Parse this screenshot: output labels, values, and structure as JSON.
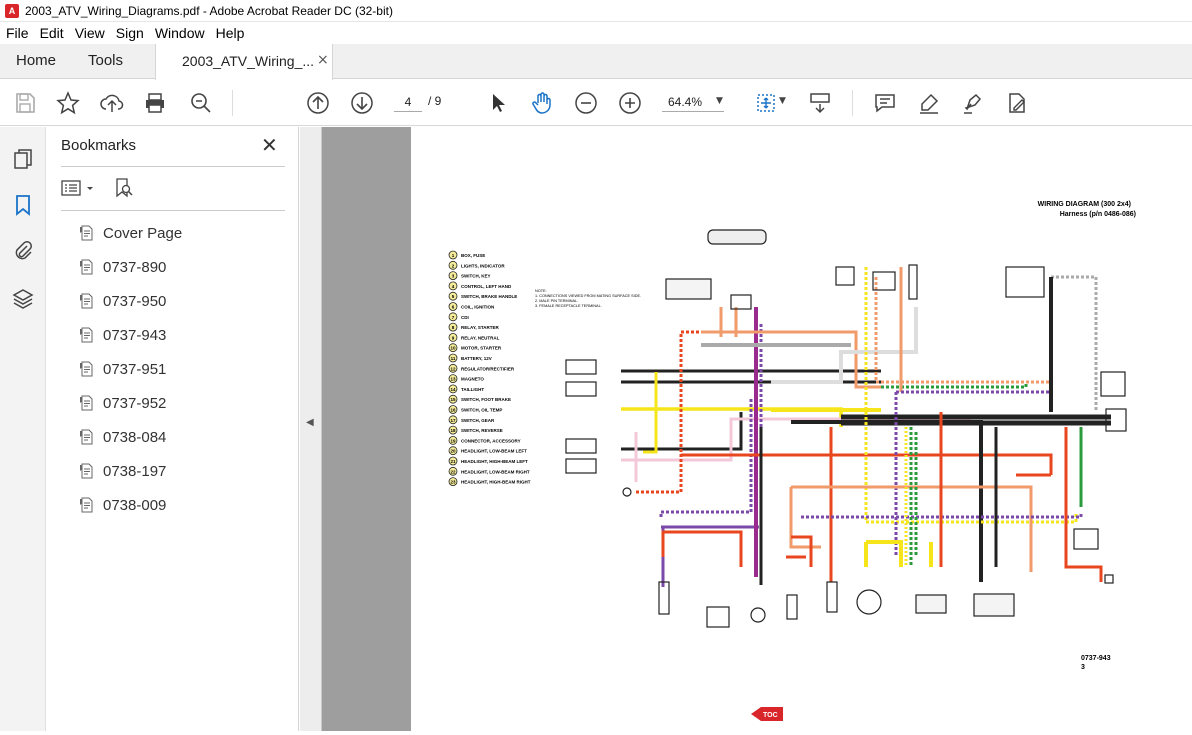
{
  "window": {
    "title": "2003_ATV_Wiring_Diagrams.pdf - Adobe Acrobat Reader DC (32-bit)"
  },
  "menu": [
    "File",
    "Edit",
    "View",
    "Sign",
    "Window",
    "Help"
  ],
  "tabs": {
    "home": "Home",
    "tools": "Tools",
    "document": "2003_ATV_Wiring_...",
    "close": "×"
  },
  "toolbar": {
    "page_current": "4",
    "page_total": "/  9",
    "zoom": "64.4%"
  },
  "bookmarks": {
    "header": "Bookmarks",
    "items": [
      "Cover Page",
      "0737-890",
      "0737-950",
      "0737-943",
      "0737-951",
      "0737-952",
      "0738-084",
      "0738-197",
      "0738-009"
    ]
  },
  "diagram": {
    "title": "WIRING DIAGRAM (300 2x4)",
    "subtitle": "Harness (p/n 0486-086)",
    "page_code": "0737-943",
    "page_num": "3",
    "toc": "TOC",
    "legend": [
      {
        "n": "1",
        "t": "BOX, FUSE"
      },
      {
        "n": "2",
        "t": "LIGHTS, INDICATOR"
      },
      {
        "n": "3",
        "t": "SWITCH, KEY"
      },
      {
        "n": "4",
        "t": "CONTROL, LEFT HAND"
      },
      {
        "n": "5",
        "t": "SWITCH, BRAKE HANDLE"
      },
      {
        "n": "6",
        "t": "COIL, IGNITION"
      },
      {
        "n": "7",
        "t": "CDI"
      },
      {
        "n": "8",
        "t": "RELAY, STARTER"
      },
      {
        "n": "9",
        "t": "RELAY, NEUTRAL"
      },
      {
        "n": "10",
        "t": "MOTOR, STARTER"
      },
      {
        "n": "11",
        "t": "BATTERY, 12V"
      },
      {
        "n": "12",
        "t": "REGULATOR/RECTIFIER"
      },
      {
        "n": "13",
        "t": "MAGNETO"
      },
      {
        "n": "14",
        "t": "TAILLIGHT"
      },
      {
        "n": "15",
        "t": "SWITCH, FOOT BRAKE"
      },
      {
        "n": "16",
        "t": "SWITCH, OIL TEMP"
      },
      {
        "n": "17",
        "t": "SWITCH, GEAR"
      },
      {
        "n": "18",
        "t": "SWITCH, REVERSE"
      },
      {
        "n": "19",
        "t": "CONNECTOR, ACCESSORY"
      },
      {
        "n": "20",
        "t": "HEADLIGHT, LOW-BEAM LEFT"
      },
      {
        "n": "21",
        "t": "HEADLIGHT, HIGH-BEAM LEFT"
      },
      {
        "n": "22",
        "t": "HEADLIGHT, LOW-BEAM RIGHT"
      },
      {
        "n": "23",
        "t": "HEADLIGHT, HIGH-BEAM RIGHT"
      }
    ],
    "notes": [
      "NOTE:",
      "1. CONNECTIONS VIEWED FROM MATING SURFACE SIDE.",
      "2. MALE PIN TERMINAL.",
      "3. FEMALE RECEPTACLE TERMINAL."
    ]
  }
}
